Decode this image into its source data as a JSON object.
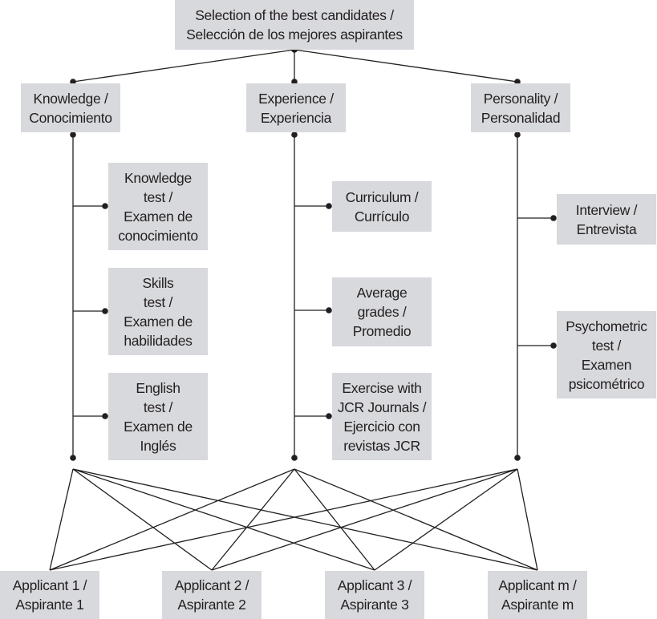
{
  "root": {
    "label": "Selection of the best candidates /\nSelección de los mejores aspirantes"
  },
  "criteria": [
    {
      "id": "knowledge",
      "label": "Knowledge /\nConocimiento",
      "subcriteria": [
        {
          "label": "Knowledge\ntest /\nExamen de\nconocimiento"
        },
        {
          "label": "Skills\ntest /\nExamen de\nhabilidades"
        },
        {
          "label": "English\ntest /\nExamen de\nInglés"
        }
      ]
    },
    {
      "id": "experience",
      "label": "Experience /\nExperiencia",
      "subcriteria": [
        {
          "label": "Curriculum /\nCurrículo"
        },
        {
          "label": "Average\ngrades /\nPromedio"
        },
        {
          "label": "Exercise with\nJCR Journals /\nEjercicio con\nrevistas JCR"
        }
      ]
    },
    {
      "id": "personality",
      "label": "Personality /\nPersonalidad",
      "subcriteria": [
        {
          "label": "Interview /\nEntrevista"
        },
        {
          "label": "Psychometric\ntest /\nExamen\npsicométrico"
        }
      ]
    }
  ],
  "alternatives": [
    {
      "label": "Applicant 1 /\nAspirante 1"
    },
    {
      "label": "Applicant 2 /\nAspirante 2"
    },
    {
      "label": "Applicant 3 /\nAspirante 3"
    },
    {
      "label": "Applicant m /\nAspirante m"
    }
  ],
  "colors": {
    "box": "#d8d9dc",
    "line": "#231f20",
    "text": "#231f20"
  }
}
